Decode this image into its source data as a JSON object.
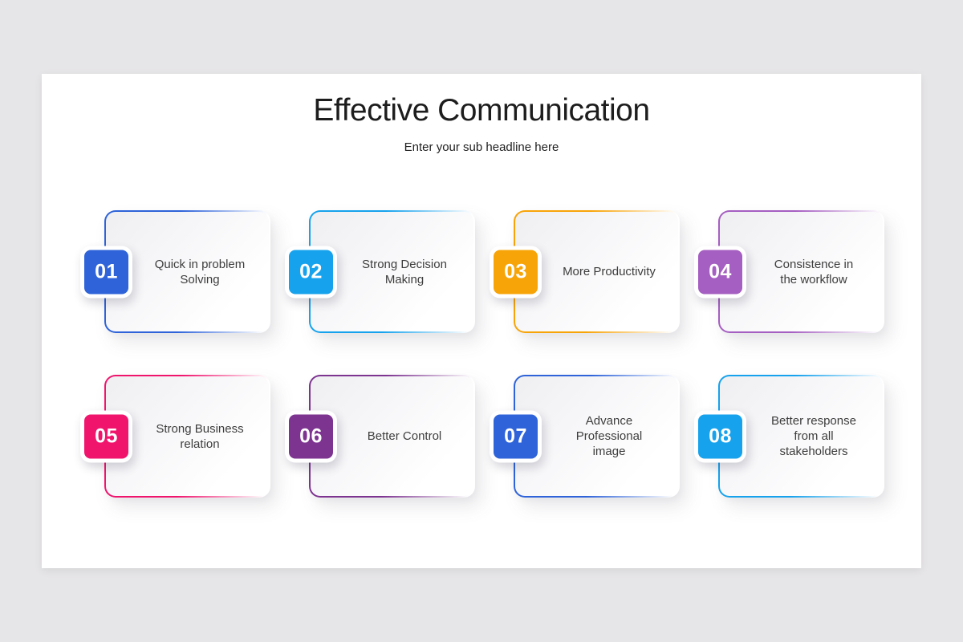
{
  "page": {
    "background_color": "#e6e5e7",
    "slide_background": "#ffffff"
  },
  "header": {
    "title": "Effective Communication",
    "subtitle": "Enter your sub headline here"
  },
  "cards": [
    {
      "number": "01",
      "label": "Quick in problem\nSolving",
      "accent_color": "#2e63d9"
    },
    {
      "number": "02",
      "label": "Strong Decision\nMaking",
      "accent_color": "#16a2ec"
    },
    {
      "number": "03",
      "label": "More Productivity",
      "accent_color": "#f7a408"
    },
    {
      "number": "04",
      "label": "Consistence in\nthe workflow",
      "accent_color": "#a55ec1"
    },
    {
      "number": "05",
      "label": "Strong Business\nrelation",
      "accent_color": "#f0146d"
    },
    {
      "number": "06",
      "label": "Better Control",
      "accent_color": "#7d3390"
    },
    {
      "number": "07",
      "label": "Advance\nProfessional\nimage",
      "accent_color": "#2e63d9"
    },
    {
      "number": "08",
      "label": "Better response\nfrom all\nstakeholders",
      "accent_color": "#16a2ec"
    }
  ]
}
